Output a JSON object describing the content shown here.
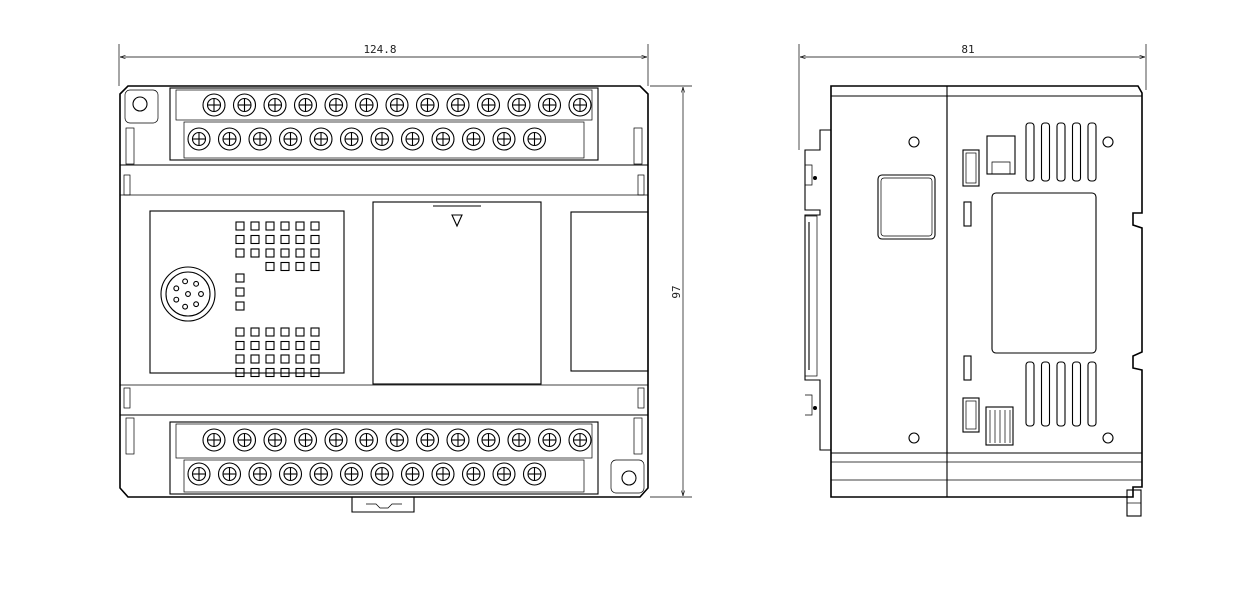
{
  "front_view": {
    "width_dimension": "124.8",
    "height_dimension": "97",
    "terminal_columns": 13,
    "led_grid_top_rows": 4,
    "led_grid_bottom_rows": 4,
    "status_leds": 3,
    "port_pins": 8
  },
  "side_view": {
    "depth_dimension": "81",
    "vent_slots": 5
  }
}
